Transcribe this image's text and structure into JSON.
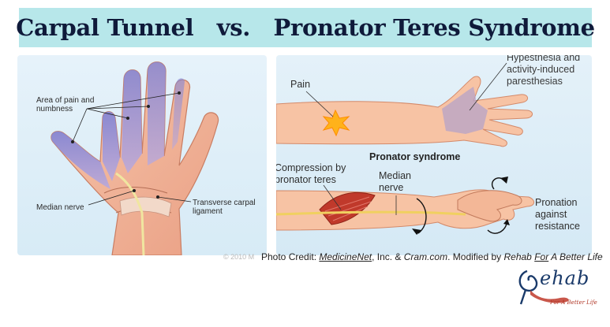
{
  "header": {
    "title": "Carpal Tunnel   vs.   Pronator Teres Syndrome"
  },
  "left_panel": {
    "labels": {
      "area_pain": "Area of pain and\nnumbness",
      "median_nerve": "Median nerve",
      "transverse": "Transverse carpal\nligament"
    }
  },
  "right_panel": {
    "labels": {
      "pain": "Pain",
      "hypesthesia": "Hypesthesia and\nactivity-induced\nparesthesias",
      "pronator_syndrome": "Pronator syndrome",
      "compression": "Compression by\npronator teres",
      "median_nerve": "Median\nnerve",
      "pronation": "Pronation\nagainst\nresistance"
    }
  },
  "footer": {
    "copyright": "© 2010 M",
    "credit_prefix": "Photo Credit: ",
    "credit_site1": "MedicineNet",
    "credit_mid": ", Inc. & ",
    "credit_site2": "Cram.com",
    "credit_mod": ". Modified by ",
    "credit_org": "Rehab ",
    "credit_for": "For",
    "credit_tail": " A Better Life"
  },
  "logo": {
    "text": "ehab",
    "sub": "For A Better Life"
  },
  "colors": {
    "title_bg": "#b7e7ea",
    "skin": "#f4b89a",
    "numb": "#8e8fd8",
    "muscle": "#c0392b"
  }
}
